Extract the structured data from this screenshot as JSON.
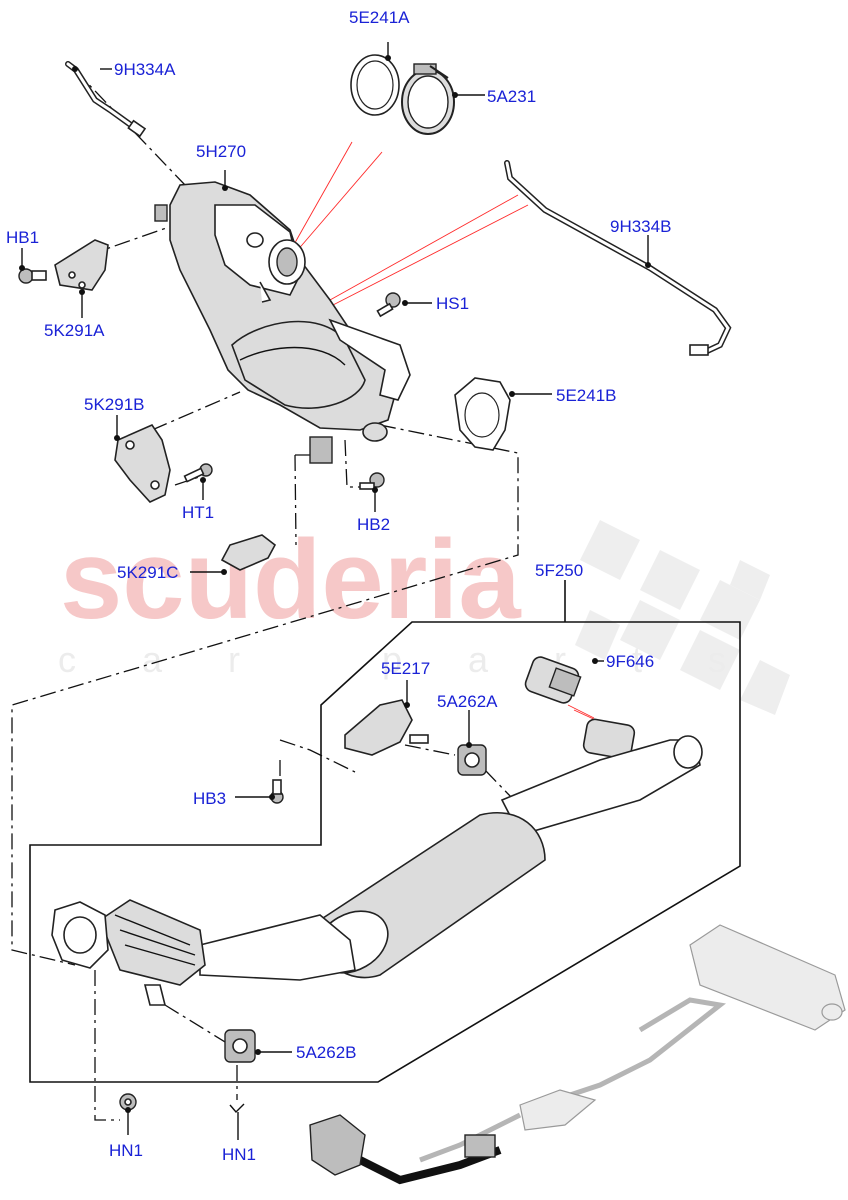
{
  "watermark": {
    "brand": "scuderia",
    "tagline": "car parts"
  },
  "callouts": {
    "c_5e241a": "5E241A",
    "c_5a231": "5A231",
    "c_9h334a": "9H334A",
    "c_5h270": "5H270",
    "c_9h334b": "9H334B",
    "c_hb1": "HB1",
    "c_5k291a": "5K291A",
    "c_hs1": "HS1",
    "c_5k291b": "5K291B",
    "c_5e241b": "5E241B",
    "c_ht1": "HT1",
    "c_hb2": "HB2",
    "c_5k291c": "5K291C",
    "c_5f250": "5F250",
    "c_9f646": "9F646",
    "c_5e217": "5E217",
    "c_5a262a": "5A262A",
    "c_hb3": "HB3",
    "c_5a262b": "5A262B",
    "c_hn1_left": "HN1",
    "c_hn1_right": "HN1"
  },
  "colors": {
    "callout_text": "#1a22d6",
    "watermark_text": "#f6c8c8",
    "highlight_lines": "#ff2a2a"
  }
}
